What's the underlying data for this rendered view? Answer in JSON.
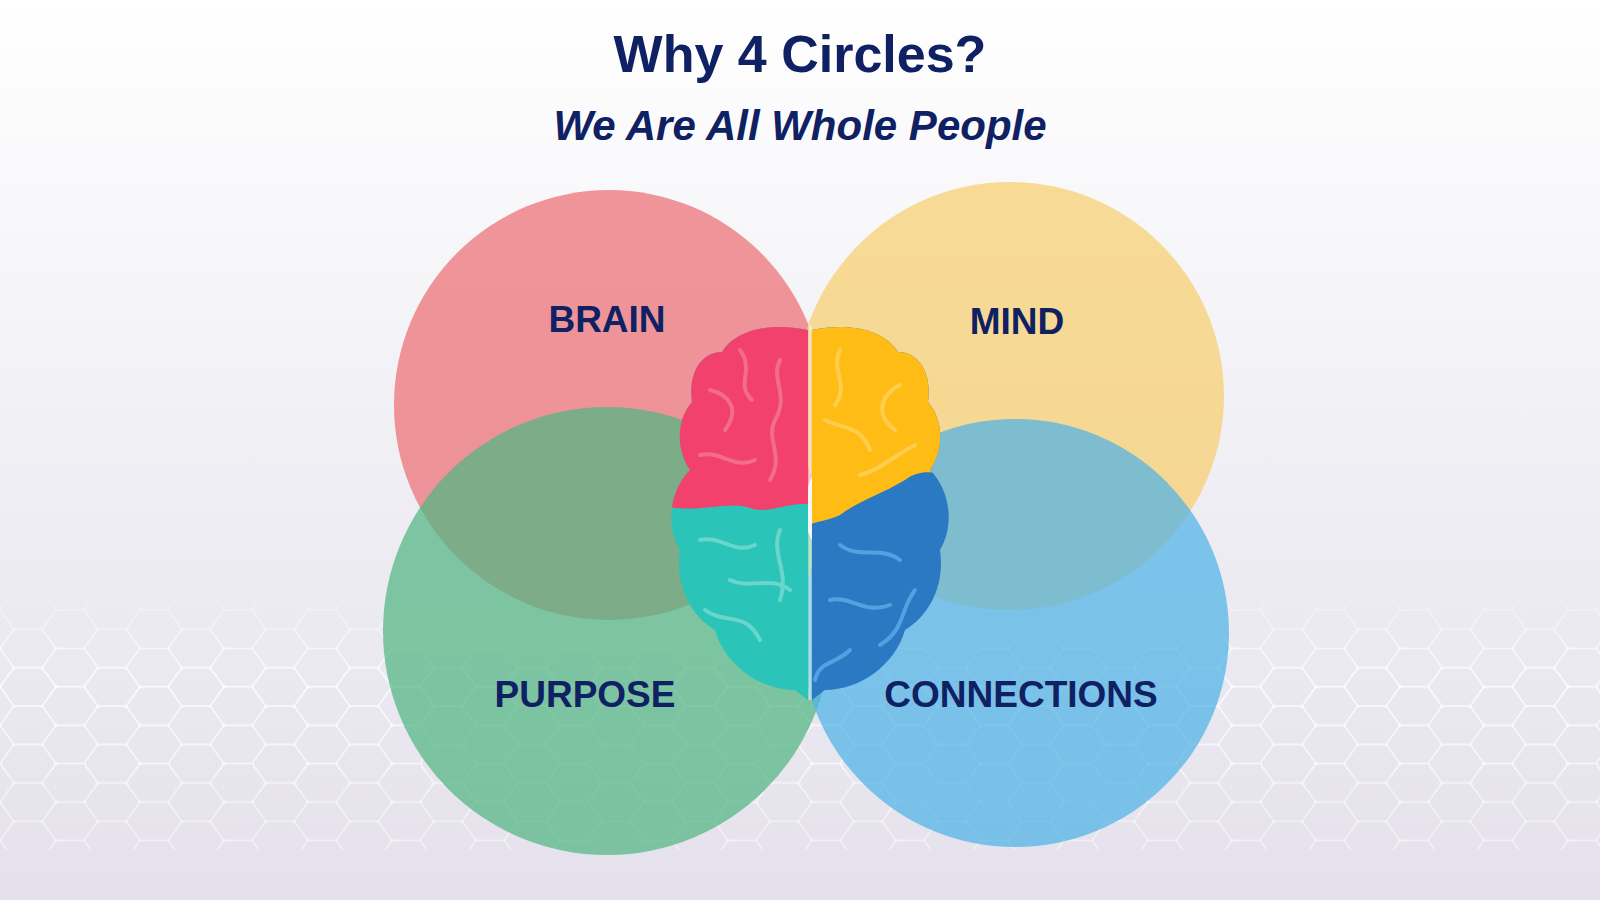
{
  "diagram": {
    "title": "Why 4 Circles?",
    "nodes": [
      {
        "text": [
          "BRAIN"
        ]
      },
      {
        "text": [
          "MIND"
        ]
      },
      {
        "text": [
          "PURPOSE"
        ]
      },
      {
        "text": [
          "CONNECTIONS"
        ]
      }
    ],
    "labels": [
      "We Are All Whole People"
    ]
  }
}
